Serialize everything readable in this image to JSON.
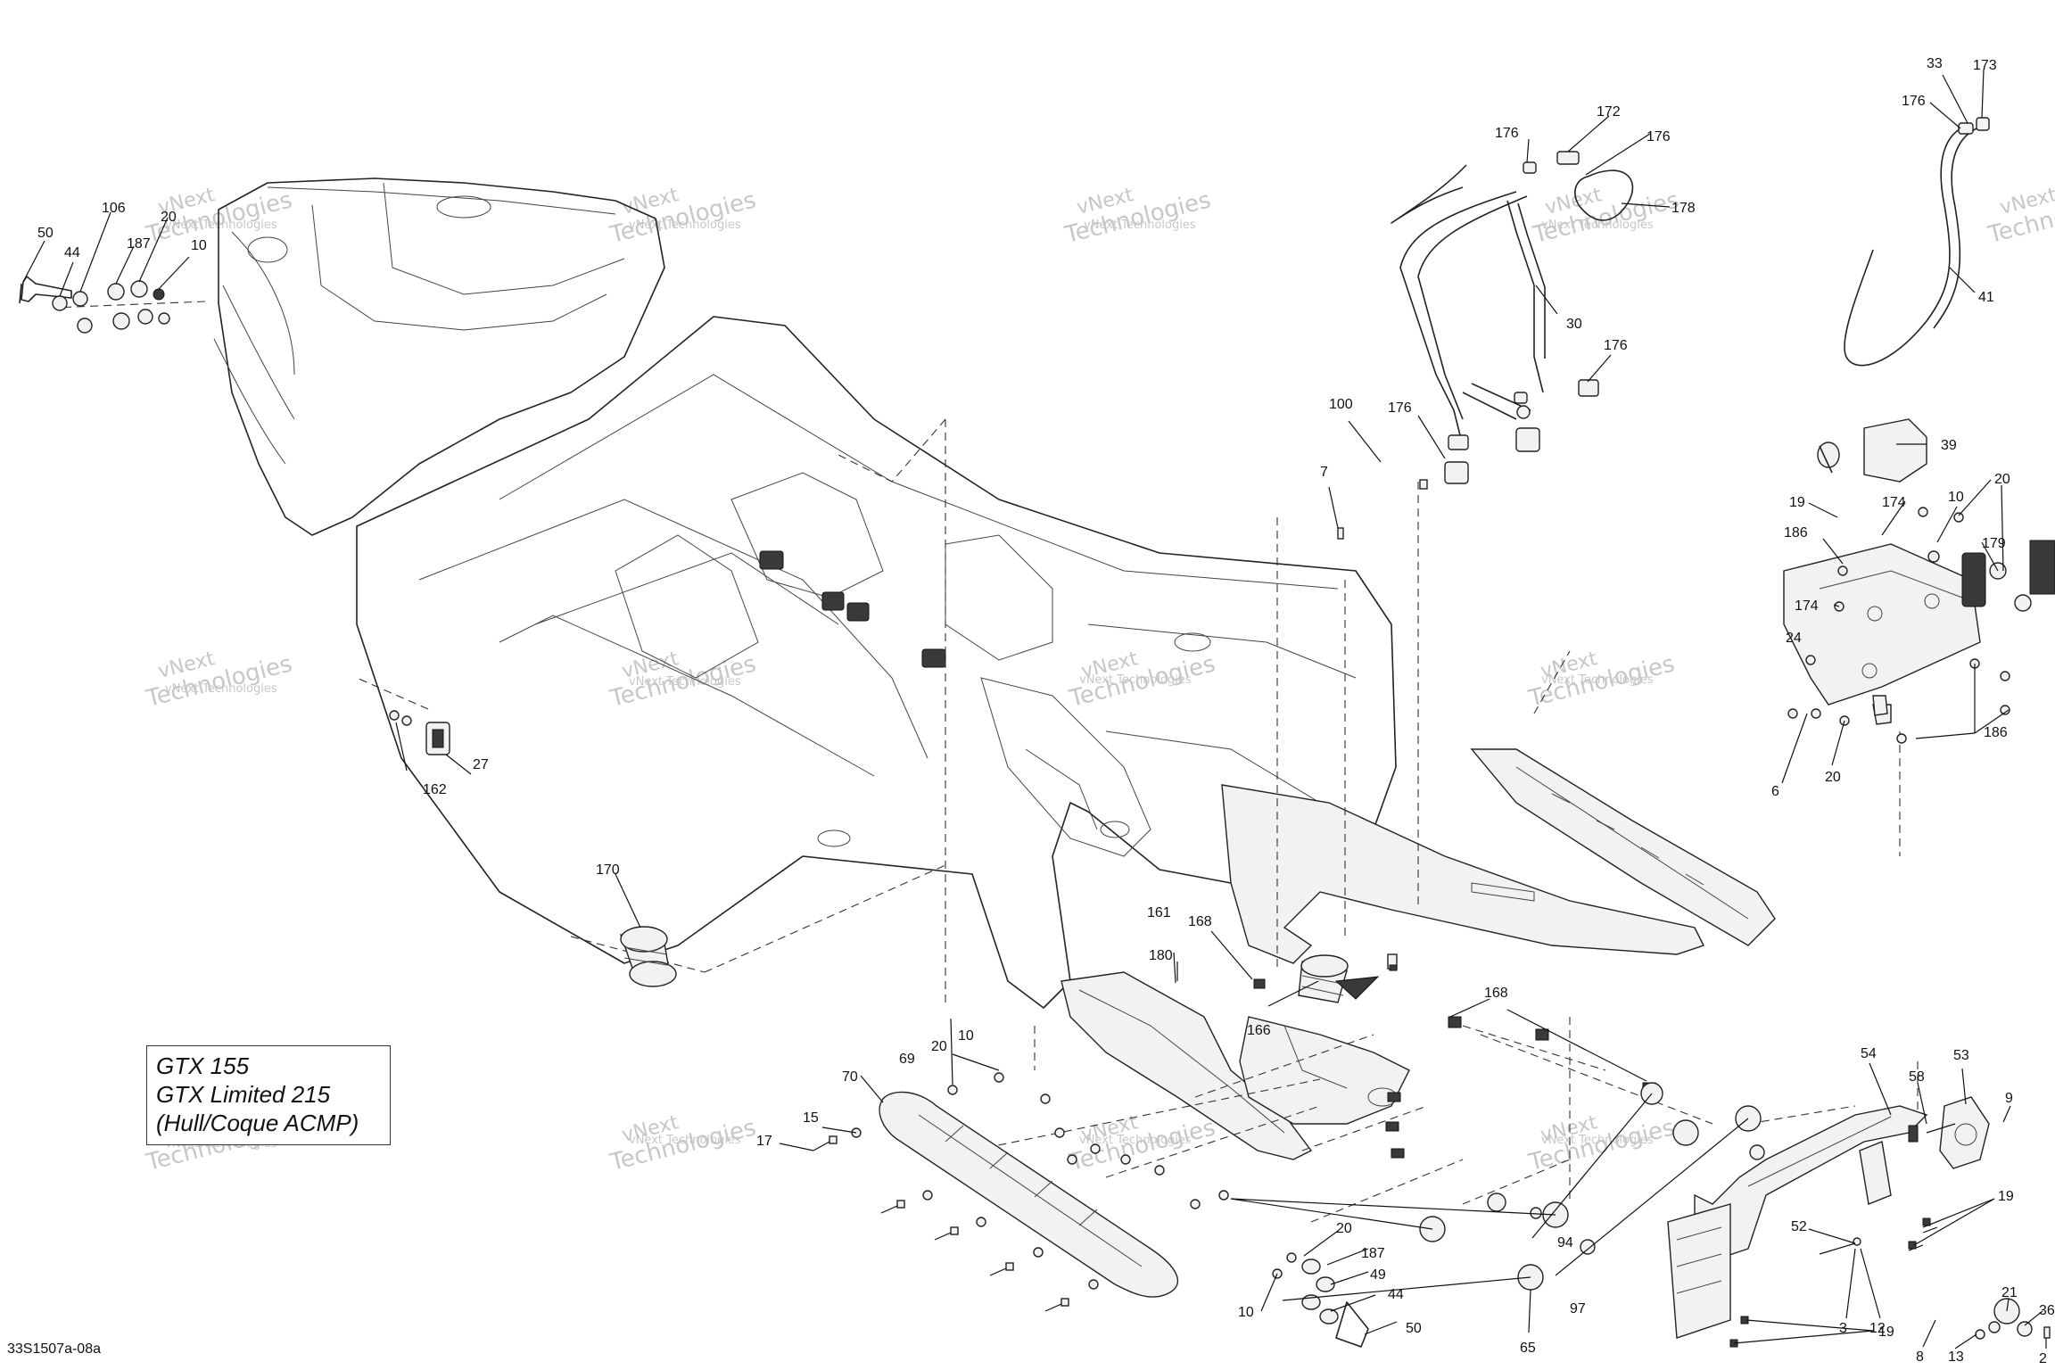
{
  "diagram": {
    "reference_code": "33S1507a-08a",
    "models": [
      "GTX 155",
      "GTX Limited 215",
      "(Hull/Coque ACMP)"
    ],
    "watermark_line1": "vNext",
    "watermark_line2": "Technologies",
    "watermark_small": "vNext Technologies",
    "callouts": {
      "c50a": "50",
      "c44a": "44",
      "c106": "106",
      "c187a": "187",
      "c20a": "20",
      "c10a": "10",
      "c27": "27",
      "c162": "162",
      "c170": "170",
      "c161": "161",
      "c168a": "168",
      "c180": "180",
      "c166": "166",
      "c168b": "168",
      "c100": "100",
      "c176a": "176",
      "c7": "7",
      "c176b": "176",
      "c172": "172",
      "c176c": "176",
      "c178": "178",
      "c30": "30",
      "c176d": "176",
      "c33": "33",
      "c173": "173",
      "c176e": "176",
      "c41": "41",
      "c39": "39",
      "c19a": "19",
      "c174a": "174",
      "c10b": "10",
      "c20b": "20",
      "c186a": "186",
      "c179": "179",
      "c174b": "174",
      "c24": "24",
      "c186b": "186",
      "c6": "6",
      "c20c": "20",
      "c70": "70",
      "c69": "69",
      "c20d": "20",
      "c10c": "10",
      "c15": "15",
      "c17": "17",
      "c94": "94",
      "c97": "97",
      "c65": "65",
      "c20e": "20",
      "c187b": "187",
      "c49": "49",
      "c44b": "44",
      "c10d": "10",
      "c50b": "50",
      "c54": "54",
      "c53": "53",
      "c58": "58",
      "c9": "9",
      "c52": "52",
      "c3": "3",
      "c12": "12",
      "c19b": "19",
      "c19c": "19",
      "c21": "21",
      "c36": "36",
      "c8": "8",
      "c13": "13",
      "c2": "2"
    }
  }
}
